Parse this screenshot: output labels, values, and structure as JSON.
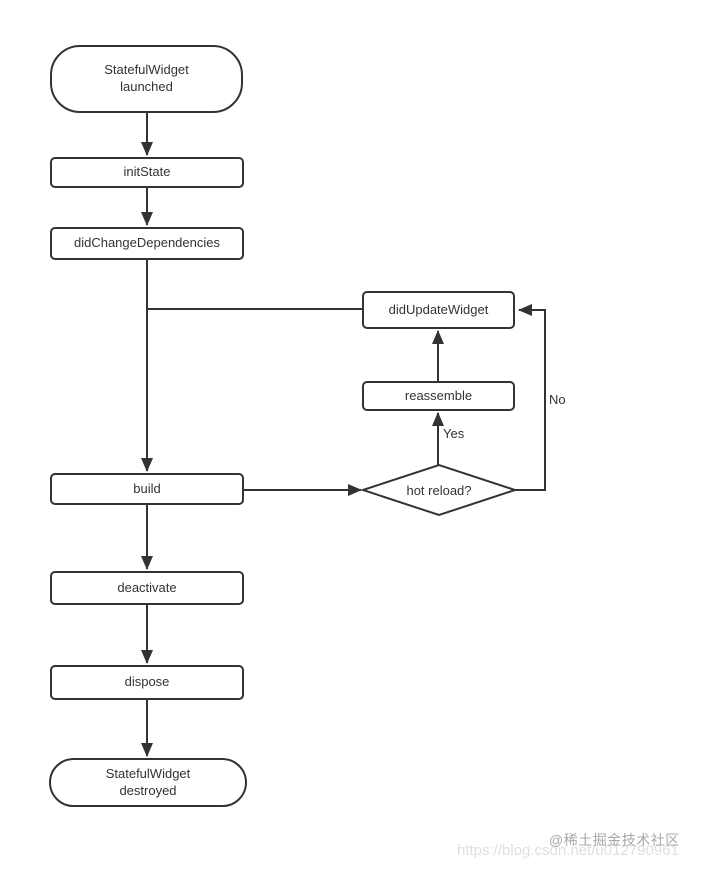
{
  "diagram": {
    "type": "flowchart",
    "subject": "StatefulWidget lifecycle",
    "nodes": {
      "start": "StatefulWidget\nlaunched",
      "init_state": "initState",
      "did_change_dependencies": "didChangeDependencies",
      "did_update_widget": "didUpdateWidget",
      "reassemble": "reassemble",
      "build": "build",
      "hot_reload": "hot reload?",
      "deactivate": "deactivate",
      "dispose": "dispose",
      "end": "StatefulWidget\ndestroyed"
    },
    "edge_labels": {
      "yes": "Yes",
      "no": "No"
    },
    "colors": {
      "line": "#333333",
      "text": "#333333",
      "background": "#ffffff"
    }
  },
  "watermark": {
    "community": "@稀土掘金技术社区",
    "url": "https://blog.csdn.net/u012790961"
  }
}
